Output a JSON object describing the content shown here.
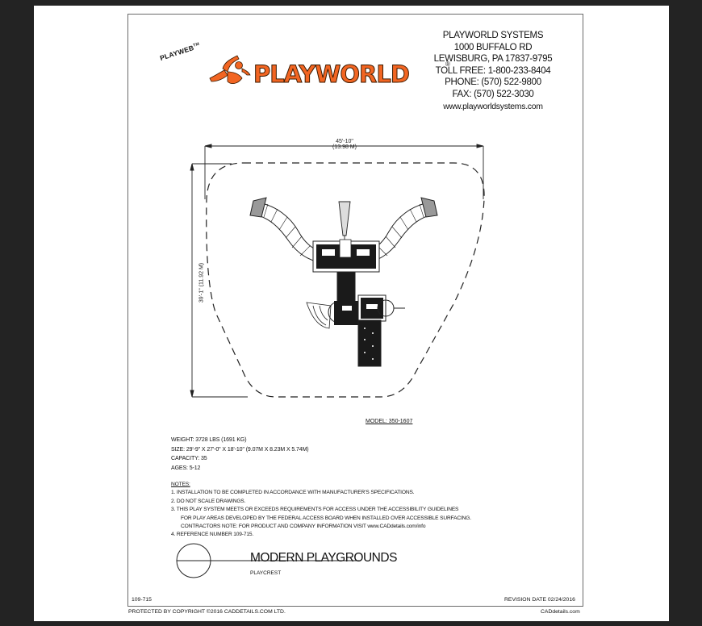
{
  "header": {
    "playweb_label": "PLAYWEB",
    "playweb_tm": "TM",
    "logo_text": "PLAYWORLD",
    "logo_registered": "®",
    "brand_color": "#f26522",
    "address_lines": [
      "PLAYWORLD SYSTEMS",
      "1000 BUFFALO RD",
      "LEWISBURG, PA 17837-9795",
      "TOLL FREE: 1-800-233-8404",
      "PHONE: (570) 522-9800",
      "FAX: (570) 522-3030"
    ],
    "website": "www.playworldsystems.com"
  },
  "drawing": {
    "width_dim_imperial": "45'-10\"",
    "width_dim_metric": "(13.98 M)",
    "height_dim_imperial": "39'-1\"",
    "height_dim_metric": "(11.92 M)",
    "model_label": "MODEL: 350-1607"
  },
  "specs": {
    "weight": "WEIGHT: 3728 LBS (1691 KG)",
    "size": "SIZE: 29'-9\" X 27'-0\" X 18'-10\" (9.07M X 8.23M X 5.74M)",
    "capacity": "CAPACITY: 35",
    "ages": "AGES: 5-12"
  },
  "notes": {
    "heading": "NOTES:",
    "items": [
      "1.  INSTALLATION TO BE COMPLETED IN ACCORDANCE WITH MANUFACTURER'S SPECIFICATIONS.",
      "2.  DO NOT SCALE DRAWINGS.",
      "3.  THIS PLAY SYSTEM MEETS OR EXCEEDS REQUIREMENTS FOR ACCESS UNDER THE ACCESSIBILITY GUIDELINES",
      "FOR PLAY AREAS DEVELOPED BY THE FEDERAL ACCESS BOARD WHEN INSTALLED OVER ACCESSIBLE SURFACING.",
      "CONTRACTORS NOTE: FOR PRODUCT AND COMPANY INFORMATION VISIT www.CADdetails.com/info",
      "4.  REFERENCE NUMBER 109-715."
    ]
  },
  "title_block": {
    "title": "MODERN PLAYGROUNDS",
    "subtitle": "PLAYCREST"
  },
  "footer": {
    "reference": "109-715",
    "revision": "REVISION DATE 02/24/2016",
    "copyright": "PROTECTED BY COPYRIGHT ©2016 CADDETAILS.COM LTD.",
    "site": "CADdetails.com"
  }
}
